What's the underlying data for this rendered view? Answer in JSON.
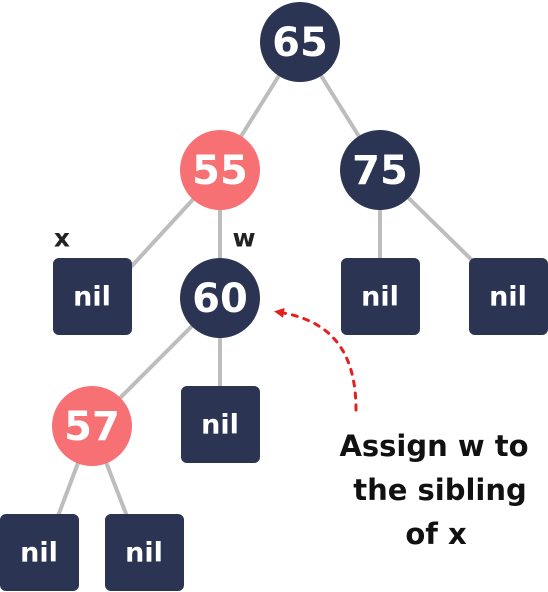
{
  "colors": {
    "black_node": "#2b3452",
    "red_node": "#f77073",
    "edge": "#bdbdbd",
    "arrow": "#e0211f"
  },
  "nodes": {
    "root": {
      "label": "65",
      "color": "black"
    },
    "n55": {
      "label": "55",
      "color": "red"
    },
    "n75": {
      "label": "75",
      "color": "black"
    },
    "n60": {
      "label": "60",
      "color": "black"
    },
    "n57": {
      "label": "57",
      "color": "red"
    },
    "nil_label": "nil"
  },
  "pointers": {
    "x": "x",
    "w": "w"
  },
  "annotation": {
    "line1": "Assign w to",
    "line2": "the sibling",
    "line3": "of x"
  }
}
